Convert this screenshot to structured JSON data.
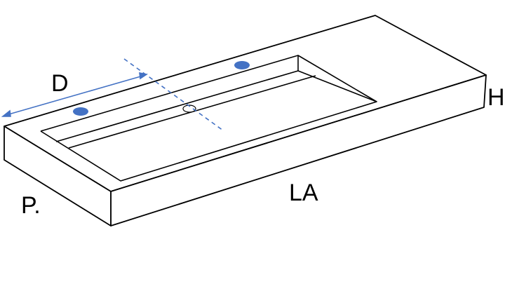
{
  "labels": {
    "depth": "D",
    "height": "H",
    "length": "LA",
    "projection": "P."
  },
  "colors": {
    "outline": "#000000",
    "dimension": "#4472c4",
    "tap_hole": "#4472c4",
    "background": "#ffffff"
  },
  "icons": {
    "tap_hole": "filled-ellipse",
    "drain": "open-ellipse"
  }
}
